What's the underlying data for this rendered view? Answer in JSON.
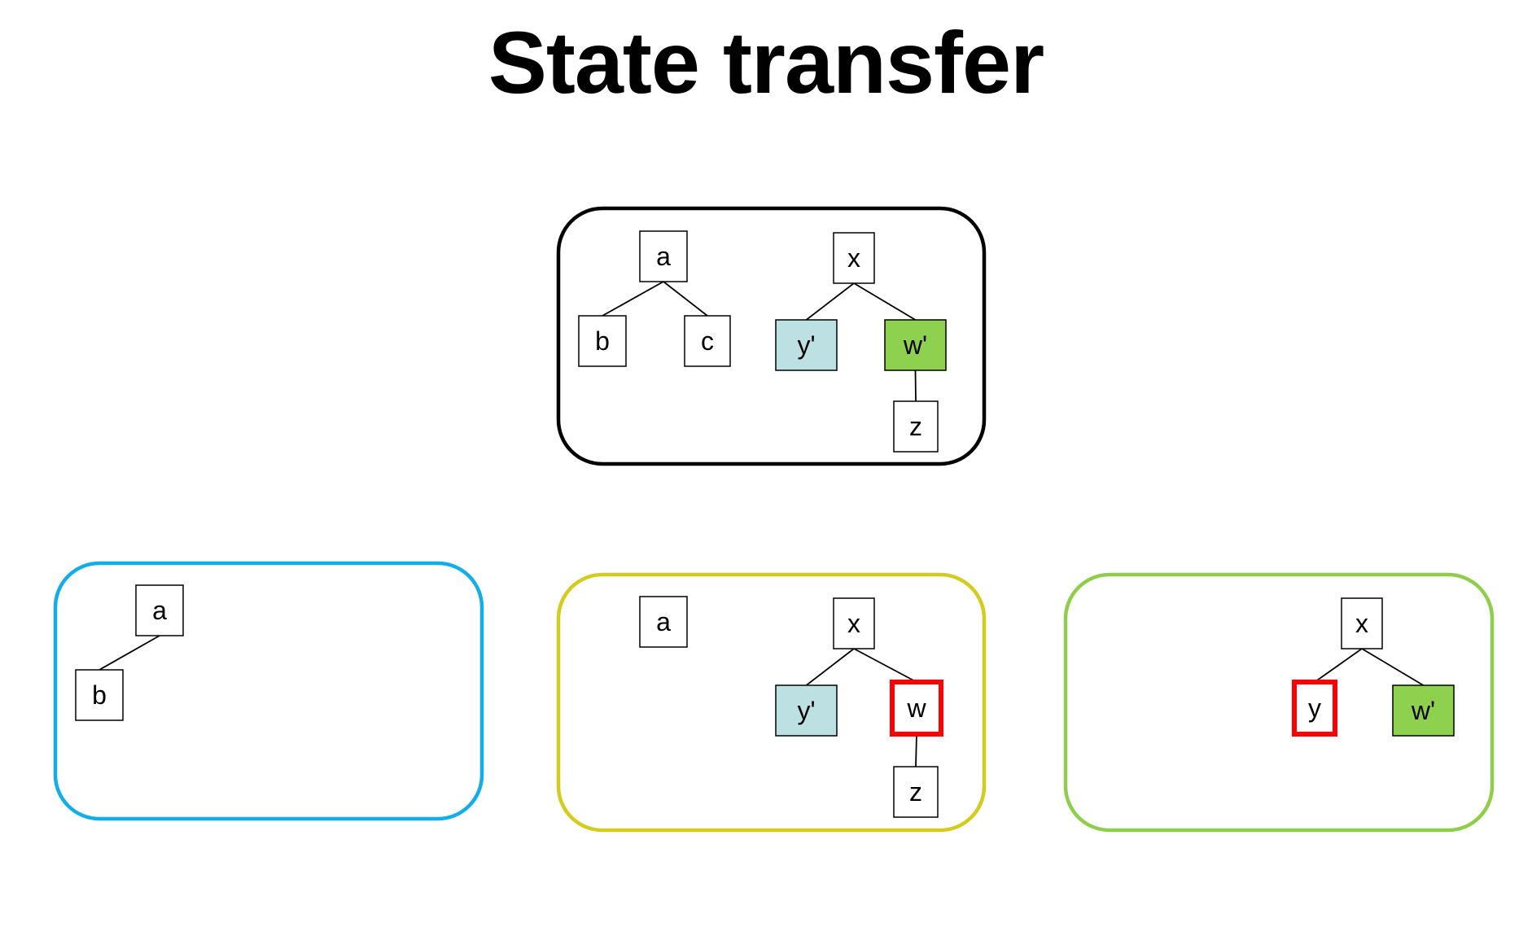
{
  "title": "State transfer",
  "colors": {
    "top_panel": "#000000",
    "panel_blue": "#12aee8",
    "panel_yellow": "#d4cc1c",
    "panel_green": "#8fce4a",
    "node_light_blue": "#bde0e3",
    "node_green": "#8dd14f",
    "highlight_red": "#ff0000"
  },
  "panels": [
    {
      "id": "top",
      "nodes": [
        {
          "id": "a",
          "label": "a"
        },
        {
          "id": "b",
          "label": "b"
        },
        {
          "id": "c",
          "label": "c"
        },
        {
          "id": "x",
          "label": "x"
        },
        {
          "id": "y",
          "label": "y'",
          "fill": "light-blue"
        },
        {
          "id": "w",
          "label": "w'",
          "fill": "green"
        },
        {
          "id": "z",
          "label": "z"
        }
      ],
      "edges": [
        [
          "a",
          "b"
        ],
        [
          "a",
          "c"
        ],
        [
          "x",
          "y"
        ],
        [
          "x",
          "w"
        ],
        [
          "w",
          "z"
        ]
      ]
    },
    {
      "id": "blue",
      "nodes": [
        {
          "id": "a",
          "label": "a"
        },
        {
          "id": "b",
          "label": "b"
        }
      ],
      "edges": [
        [
          "a",
          "b"
        ]
      ]
    },
    {
      "id": "yellow",
      "nodes": [
        {
          "id": "a",
          "label": "a"
        },
        {
          "id": "x",
          "label": "x"
        },
        {
          "id": "y",
          "label": "y'",
          "fill": "light-blue"
        },
        {
          "id": "w",
          "label": "w",
          "highlight": true
        },
        {
          "id": "z",
          "label": "z"
        }
      ],
      "edges": [
        [
          "x",
          "y"
        ],
        [
          "x",
          "w"
        ],
        [
          "w",
          "z"
        ]
      ]
    },
    {
      "id": "green",
      "nodes": [
        {
          "id": "x",
          "label": "x"
        },
        {
          "id": "y",
          "label": "y",
          "highlight": true
        },
        {
          "id": "w",
          "label": "w'",
          "fill": "green"
        }
      ],
      "edges": [
        [
          "x",
          "y"
        ],
        [
          "x",
          "w"
        ]
      ]
    }
  ]
}
